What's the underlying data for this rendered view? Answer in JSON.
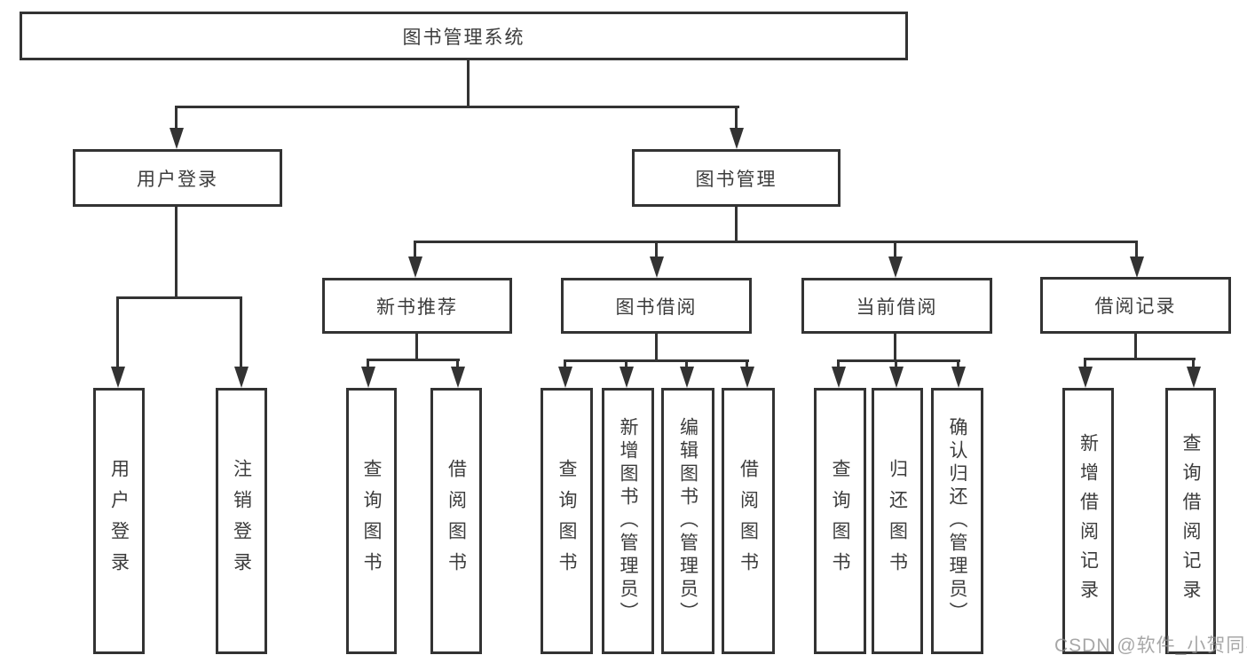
{
  "nodes": {
    "root": "图书管理系统",
    "login": "用户登录",
    "mgmt": "图书管理",
    "login_user": "用户登录",
    "login_logout": "注销登录",
    "rec": "新书推荐",
    "borrow": "图书借阅",
    "current": "当前借阅",
    "records": "借阅记录",
    "rec_query": "查询图书",
    "rec_borrow": "借阅图书",
    "borrow_query": "查询图书",
    "borrow_add": "新增图书（管理员）",
    "borrow_edit": "编辑图书（管理员）",
    "borrow_borrow": "借阅图书",
    "current_query": "查询图书",
    "current_return": "归还图书",
    "current_confirm": "确认归还（管理员）",
    "records_add": "新增借阅记录",
    "records_query": "查询借阅记录"
  },
  "tree": {
    "图书管理系统": {
      "用户登录": [
        "用户登录",
        "注销登录"
      ],
      "图书管理": {
        "新书推荐": [
          "查询图书",
          "借阅图书"
        ],
        "图书借阅": [
          "查询图书",
          "新增图书（管理员）",
          "编辑图书（管理员）",
          "借阅图书"
        ],
        "当前借阅": [
          "查询图书",
          "归还图书",
          "确认归还（管理员）"
        ],
        "借阅记录": [
          "新增借阅记录",
          "查询借阅记录"
        ]
      }
    }
  },
  "colors": {
    "line": "#333333",
    "text": "#3c3c3c",
    "watermark": "#8f8f8f"
  },
  "watermark": "CSDN @软件_小贺同学"
}
